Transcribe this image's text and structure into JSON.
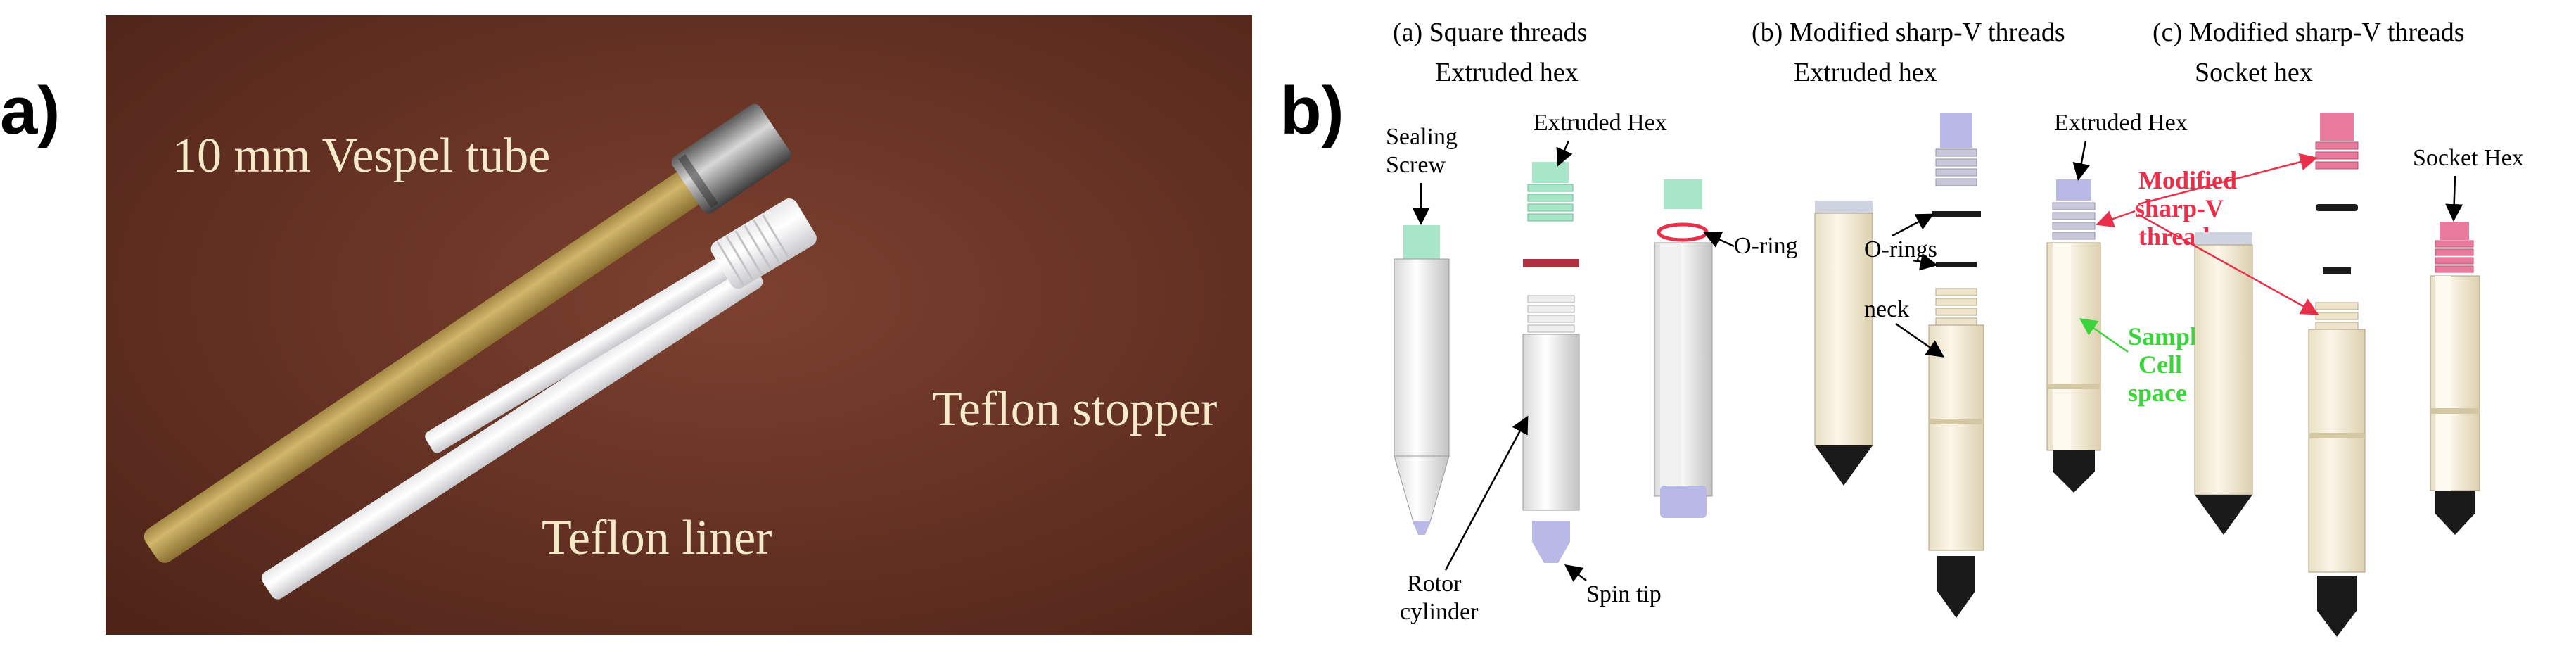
{
  "panel_a": {
    "letter": "a)",
    "labels": {
      "vespel_tube": "10 mm Vespel tube",
      "teflon_liner": "Teflon liner",
      "teflon_stopper": "Teflon stopper"
    }
  },
  "panel_b": {
    "letter": "b)",
    "sub_a": {
      "line1": "(a) Square threads",
      "line2": "Extruded hex"
    },
    "sub_b": {
      "line1": "(b) Modified sharp-V threads",
      "line2": "Extruded hex"
    },
    "sub_c": {
      "line1": "(c) Modified sharp-V threads",
      "line2": "Socket hex"
    },
    "labels": {
      "sealing_screw_1": "Sealing",
      "sealing_screw_2": "Screw",
      "extruded_hex_a": "Extruded Hex",
      "o_ring": "O-ring",
      "rotor_cylinder_1": "Rotor",
      "rotor_cylinder_2": "cylinder",
      "spin_tip": "Spin tip",
      "extruded_hex_b": "Extruded Hex",
      "o_rings": "O-rings",
      "neck": "neck",
      "modified_1": "Modified",
      "modified_2": "sharp-V",
      "modified_3": "threads",
      "sample_1": "Sample",
      "sample_2": "Cell",
      "sample_3": "space",
      "socket_hex": "Socket Hex"
    },
    "colors": {
      "red_label": "#e8304a",
      "green_label": "#3bd43b",
      "mint": "#a8e6c8",
      "lavender": "#b9b8e6",
      "pink": "#e87a9c",
      "cream": "#f3ecd9",
      "black_tip": "#1a1a1a"
    }
  }
}
